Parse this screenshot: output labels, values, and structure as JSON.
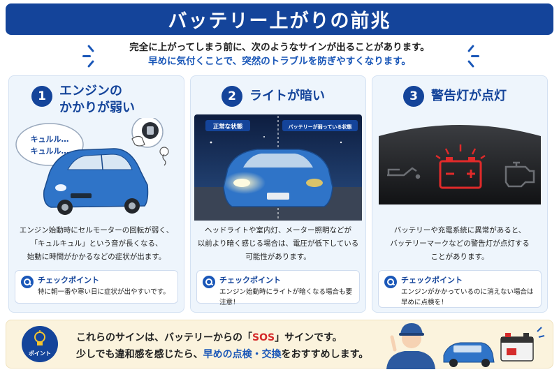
{
  "title": "バッテリー上がりの前兆",
  "intro": {
    "line1": "完全に上がってしまう前に、次のようなサインが出ることがあります。",
    "line2": "早めに気付くことで、突然のトラブルを防ぎやすくなります。"
  },
  "cards": [
    {
      "number": "1",
      "title_line1": "エンジンの",
      "title_line2": "かかりが弱い",
      "speech_line1": "キュルル…",
      "speech_line2": "キュルル…",
      "desc": [
        "エンジン始動時にセルモーターの回転が弱く、",
        "「キュルキュル」という音が長くなる、",
        "始動に時間がかかるなどの症状が出ます。"
      ],
      "check_title": "チェックポイント",
      "check_text": [
        "特に朝一番や寒い日に症状が出やすいです。"
      ]
    },
    {
      "number": "2",
      "title": "ライトが暗い",
      "tag_left": "正常な状態",
      "tag_right": "バッテリーが弱っている状態",
      "desc": [
        "ヘッドライトや室内灯、メーター照明などが",
        "以前より暗く感じる場合は、電圧が低下している",
        "可能性があります。"
      ],
      "check_title": "チェックポイント",
      "check_text": [
        "エンジン始動時にライトが暗くなる場合も要注意！"
      ]
    },
    {
      "number": "3",
      "title": "警告灯が点灯",
      "desc": [
        "バッテリーや充電系統に異常があると、",
        "バッテリーマークなどの警告灯が点灯する",
        "ことがあります。"
      ],
      "check_title": "チェックポイント",
      "check_text": [
        "エンジンがかかっているのに消えない場合は",
        "早めに点検を！"
      ]
    }
  ],
  "bottom": {
    "badge": "ポイント",
    "line1_pre": "これらのサインは、バッテリーからの「",
    "line1_sos": "SOS",
    "line1_post": "」サインです。",
    "line2_pre": "少しでも違和感を感じたら、",
    "line2_hl": "早めの点検・交換",
    "line2_post": "をおすすめします。"
  },
  "colors": {
    "navy": "#14449a",
    "blue": "#1a57b8",
    "warning_red": "#d52b2b",
    "bottom_bg": "#fbf3dd",
    "card_bg": "#eef5fc"
  }
}
